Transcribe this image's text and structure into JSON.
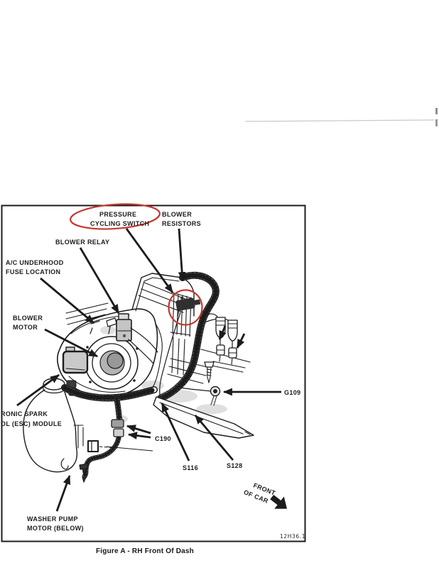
{
  "colors": {
    "ink": "#1c1c1c",
    "highlight_red": "#c4372e",
    "shade_gray": "#b9b9b9",
    "faint_line_gray": "#c9c9c9",
    "paper": "#ffffff"
  },
  "figure": {
    "caption": "Figure A - RH Front Of Dash",
    "code": "12H36.1"
  },
  "labels": {
    "pressure_cycling_switch": {
      "line1": "PRESSURE",
      "line2": "CYCLING SWITCH"
    },
    "blower_resistors": {
      "line1": "BLOWER",
      "line2": "RESISTORS"
    },
    "blower_relay": {
      "line1": "BLOWER RELAY"
    },
    "ac_underhood_fuse": {
      "line1": "A/C UNDERHOOD",
      "line2": "FUSE LOCATION"
    },
    "blower_motor": {
      "line1": "BLOWER",
      "line2": "MOTOR"
    },
    "esc_module": {
      "line1": "RONIC SPARK",
      "line2": "OL (ESC) MODULE"
    },
    "washer_pump": {
      "line1": "WASHER PUMP",
      "line2": "MOTOR (BELOW)"
    },
    "ground": {
      "line1": "G109"
    },
    "connector": {
      "line1": "C190"
    },
    "splice_1": {
      "line1": "S116"
    },
    "splice_2": {
      "line1": "S128"
    },
    "front_of_car": {
      "line1": "FRONT",
      "line2": "OF CAR"
    }
  },
  "icons": {
    "leader_arrow": "solid black triangle arrowhead on leader line",
    "front_of_car_arrow": "bold solid arrow pointing down-right",
    "highlight_ellipse": "hand-drawn red oval around pressure cycling switch label and component"
  }
}
